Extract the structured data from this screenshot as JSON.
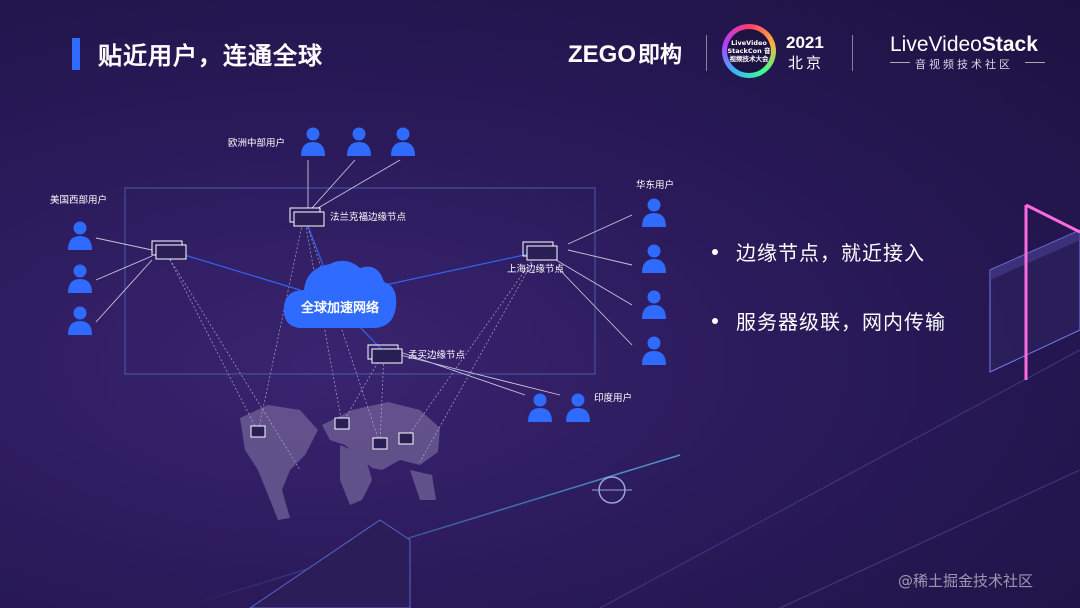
{
  "header": {
    "title": "贴近用户，连通全球",
    "zego_logo": "ZEGO",
    "zego_logo_cn": "即构",
    "badge_text": "LiveVideo StackCon 音视频技术大会",
    "year": "2021",
    "city": "北京",
    "lvs_logo_part1": "LiveVideo",
    "lvs_logo_part2": "Stack",
    "lvs_sub": "音视频技术社区"
  },
  "diagram": {
    "cloud_label": "全球加速网络",
    "nodes": {
      "frankfurt": "法兰克福边缘节点",
      "shanghai": "上海边缘节点",
      "mumbai": "孟买边缘节点"
    },
    "user_groups": {
      "europe": "欧洲中部用户",
      "us_west": "美国西部用户",
      "east_china": "华东用户",
      "india": "印度用户"
    },
    "colors": {
      "user": "#2f6bff",
      "cloud": "#2f6bff",
      "frame": "#4a5aa8"
    }
  },
  "bullets": [
    "边缘节点，就近接入",
    "服务器级联，网内传输"
  ],
  "watermark": "@稀土掘金技术社区"
}
